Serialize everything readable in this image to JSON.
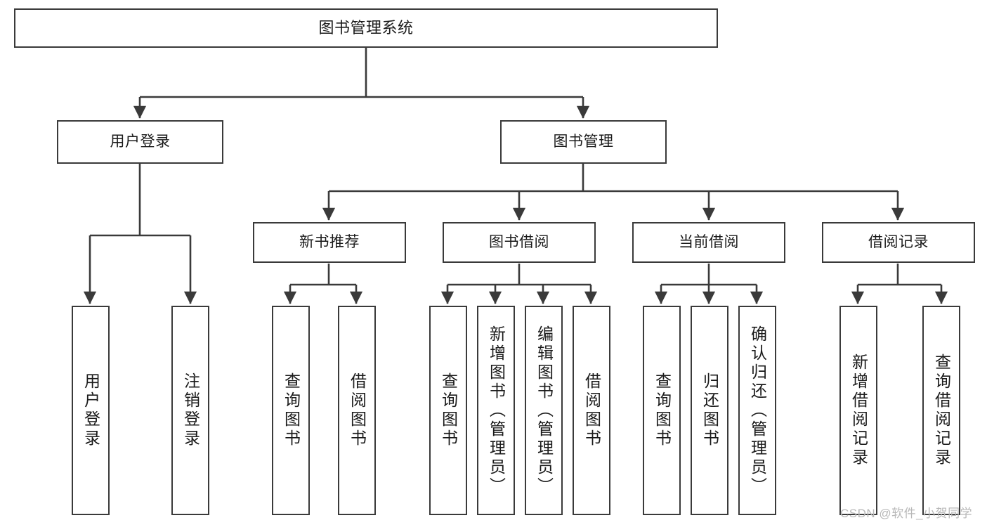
{
  "diagram": {
    "type": "tree-hierarchy-chart",
    "title": "图书管理系统",
    "watermark": "CSDN @软件_小贺同学",
    "colors": {
      "box_border": "#3a3a3a",
      "box_fill": "#ffffff",
      "connector": "#3a3a3a",
      "text": "#1a1a1a",
      "watermark": "#b8b8b8",
      "background": "#ffffff"
    },
    "nodes": {
      "root": {
        "label": "图书管理系统"
      },
      "level1": [
        {
          "label": "用户登录"
        },
        {
          "label": "图书管理"
        }
      ],
      "level2": [
        {
          "label": "新书推荐"
        },
        {
          "label": "图书借阅"
        },
        {
          "label": "当前借阅"
        },
        {
          "label": "借阅记录"
        }
      ],
      "leaves": {
        "user_login": [
          {
            "label": "用户登录"
          },
          {
            "label": "注销登录"
          }
        ],
        "new_book_recommend": [
          {
            "label": "查询图书"
          },
          {
            "label": "借阅图书"
          }
        ],
        "book_borrow": [
          {
            "label": "查询图书"
          },
          {
            "label": "新增图书（管理员）"
          },
          {
            "label": "编辑图书（管理员）"
          },
          {
            "label": "借阅图书"
          }
        ],
        "current_borrow": [
          {
            "label": "查询图书"
          },
          {
            "label": "归还图书"
          },
          {
            "label": "确认归还（管理员）"
          }
        ],
        "borrow_records": [
          {
            "label": "新增借阅记录"
          },
          {
            "label": "查询借阅记录"
          }
        ]
      }
    }
  }
}
